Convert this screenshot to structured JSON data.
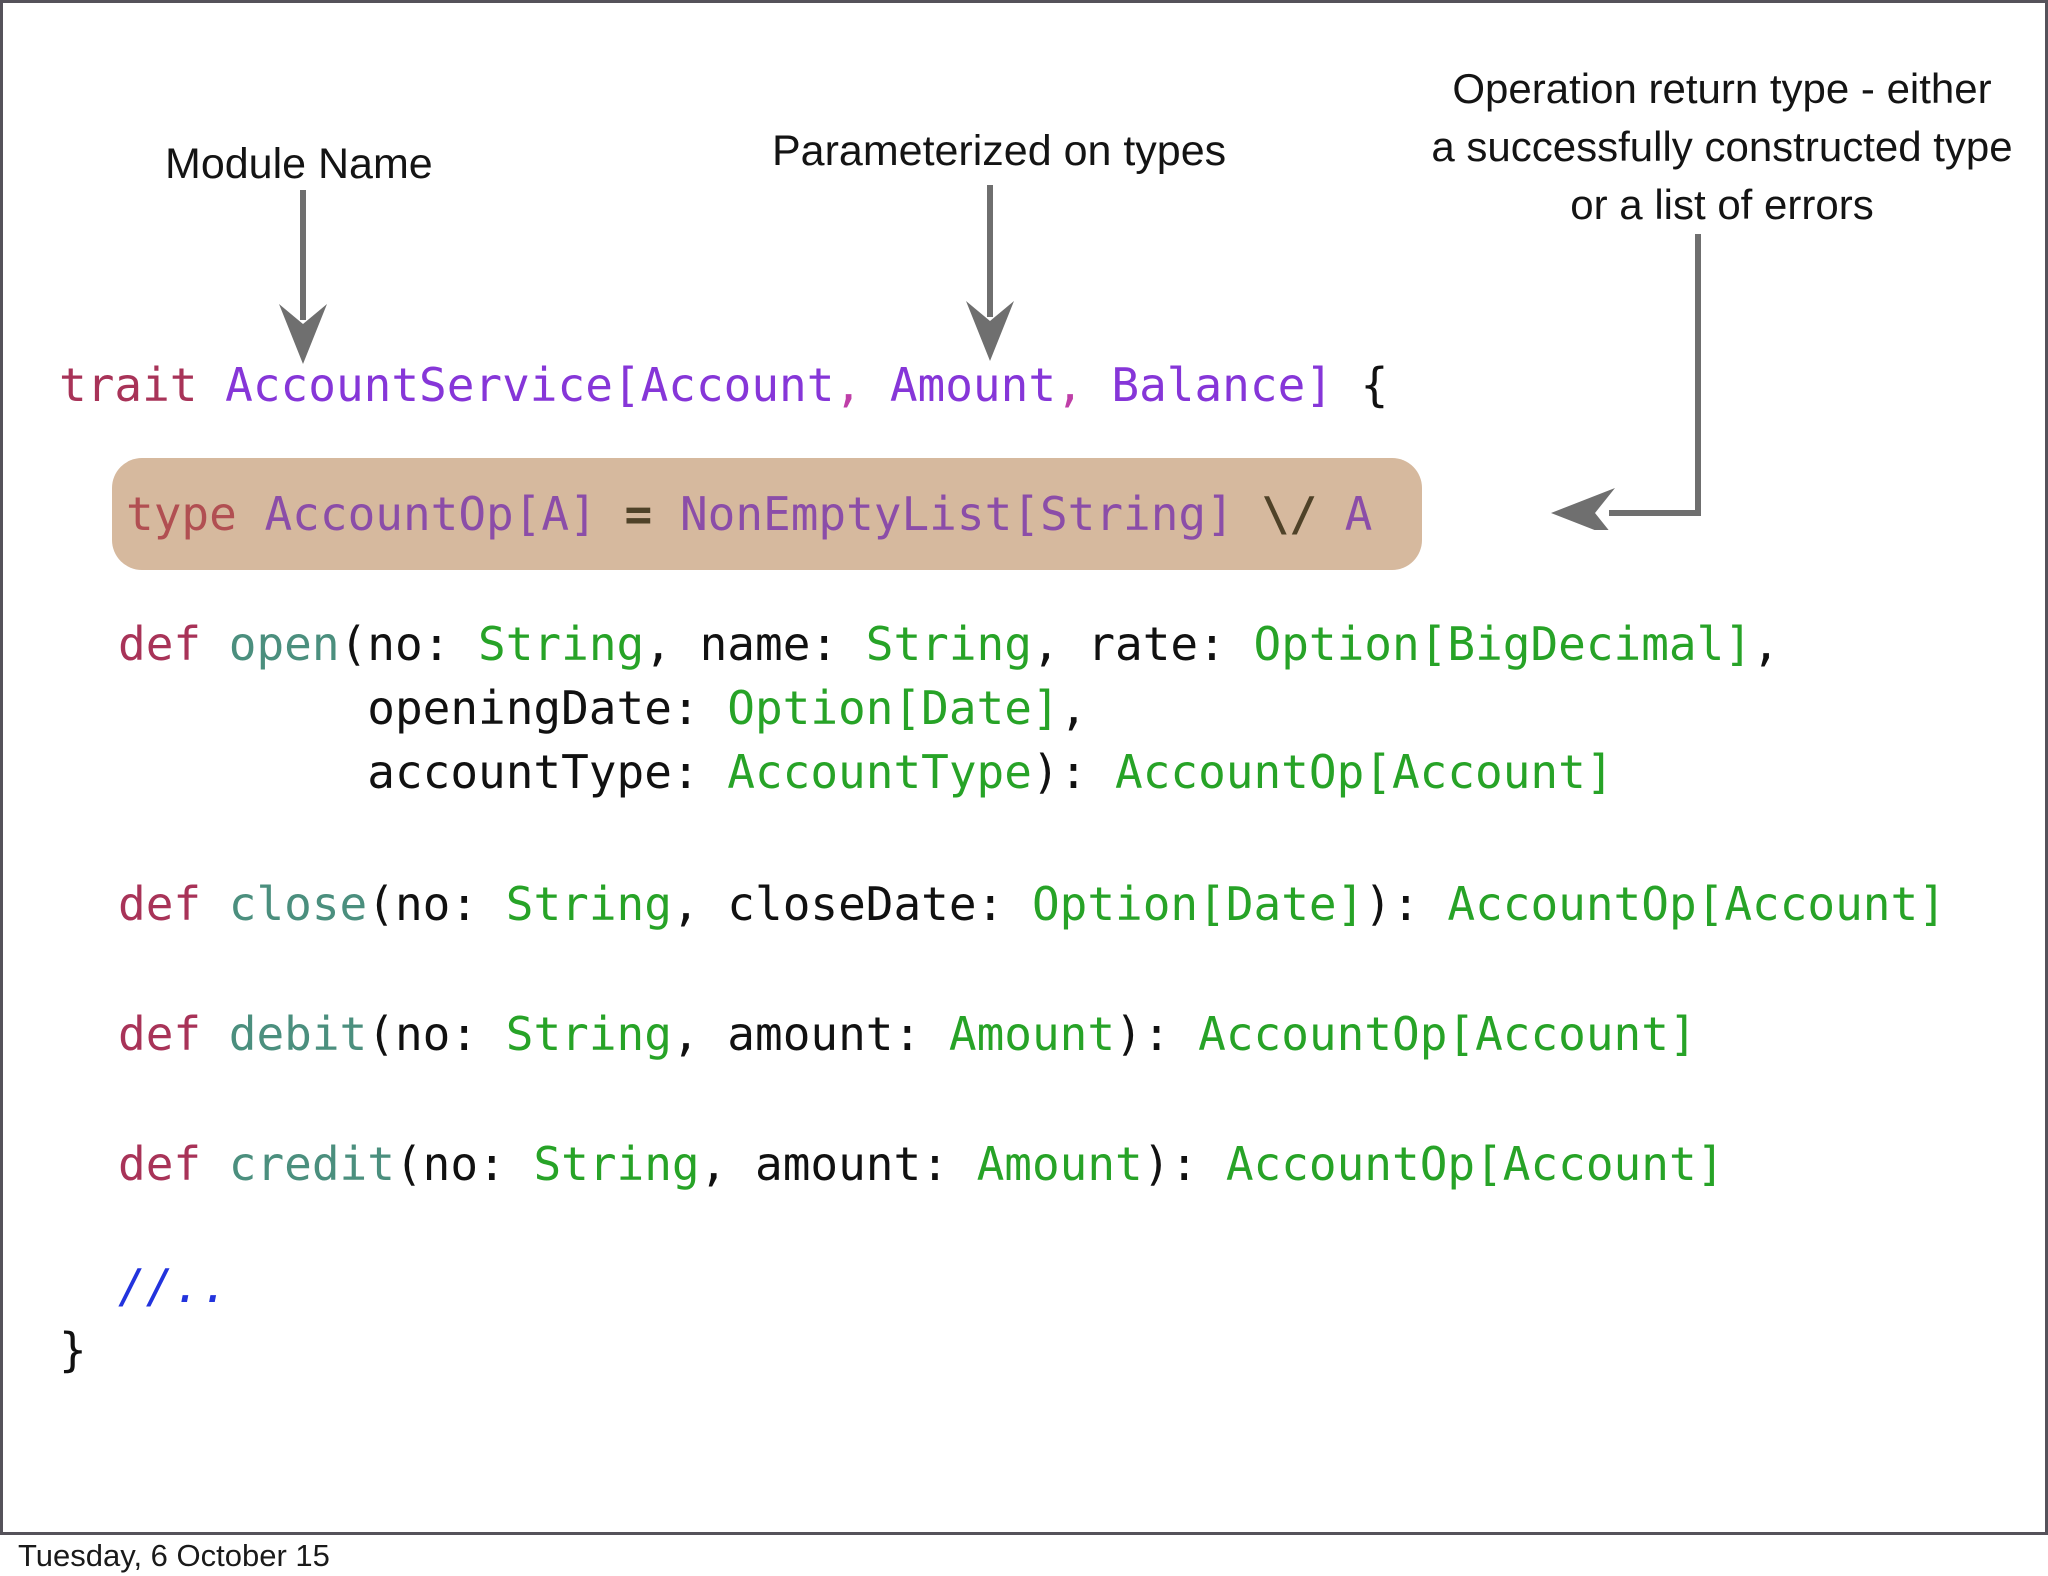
{
  "annotations": {
    "module_name": "Module Name",
    "parameterized": "Parameterized on types",
    "return_type_lines": [
      "Operation return type - either",
      "a successfully constructed type",
      "or a list of errors"
    ]
  },
  "code": {
    "trait_line": [
      {
        "t": "trait ",
        "s": "kw"
      },
      {
        "t": "AccountService[Account",
        "s": "pu"
      },
      {
        "t": ", ",
        "s": "mg"
      },
      {
        "t": "Amount",
        "s": "pu"
      },
      {
        "t": ", ",
        "s": "mg"
      },
      {
        "t": "Balance]",
        "s": "pu"
      },
      {
        "t": " {",
        "s": "pl"
      }
    ],
    "type_alias_line": [
      {
        "t": "type ",
        "s": "bkw"
      },
      {
        "t": "AccountOp[A]",
        "s": "bpu"
      },
      {
        "t": " ",
        "s": "pl"
      },
      {
        "t": "=",
        "s": "bop"
      },
      {
        "t": " ",
        "s": "pl"
      },
      {
        "t": "NonEmptyList[String]",
        "s": "bpu"
      },
      {
        "t": " ",
        "s": "pl"
      },
      {
        "t": "\\/",
        "s": "bop"
      },
      {
        "t": " ",
        "s": "pl"
      },
      {
        "t": "A",
        "s": "bpu"
      }
    ],
    "open_line_1": [
      {
        "t": "def ",
        "s": "kw"
      },
      {
        "t": "open",
        "s": "fn"
      },
      {
        "t": "(no: ",
        "s": "pl"
      },
      {
        "t": "String",
        "s": "ty"
      },
      {
        "t": ", name: ",
        "s": "pl"
      },
      {
        "t": "String",
        "s": "ty"
      },
      {
        "t": ", rate: ",
        "s": "pl"
      },
      {
        "t": "Option[BigDecimal]",
        "s": "ty"
      },
      {
        "t": ",",
        "s": "pl"
      }
    ],
    "open_line_2": [
      {
        "t": "         openingDate: ",
        "s": "pl"
      },
      {
        "t": "Option[Date]",
        "s": "ty"
      },
      {
        "t": ",",
        "s": "pl"
      }
    ],
    "open_line_3": [
      {
        "t": "         accountType: ",
        "s": "pl"
      },
      {
        "t": "AccountType",
        "s": "ty"
      },
      {
        "t": "): ",
        "s": "pl"
      },
      {
        "t": "AccountOp[Account]",
        "s": "ty"
      }
    ],
    "close_line": [
      {
        "t": "def ",
        "s": "kw"
      },
      {
        "t": "close",
        "s": "fn"
      },
      {
        "t": "(no: ",
        "s": "pl"
      },
      {
        "t": "String",
        "s": "ty"
      },
      {
        "t": ", closeDate: ",
        "s": "pl"
      },
      {
        "t": "Option[Date]",
        "s": "ty"
      },
      {
        "t": "): ",
        "s": "pl"
      },
      {
        "t": "AccountOp[Account]",
        "s": "ty"
      }
    ],
    "debit_line": [
      {
        "t": "def ",
        "s": "kw"
      },
      {
        "t": "debit",
        "s": "fn"
      },
      {
        "t": "(no: ",
        "s": "pl"
      },
      {
        "t": "String",
        "s": "ty"
      },
      {
        "t": ", amount: ",
        "s": "pl"
      },
      {
        "t": "Amount",
        "s": "ty"
      },
      {
        "t": "): ",
        "s": "pl"
      },
      {
        "t": "AccountOp[Account]",
        "s": "ty"
      }
    ],
    "credit_line": [
      {
        "t": "def ",
        "s": "kw"
      },
      {
        "t": "credit",
        "s": "fn"
      },
      {
        "t": "(no: ",
        "s": "pl"
      },
      {
        "t": "String",
        "s": "ty"
      },
      {
        "t": ", amount: ",
        "s": "pl"
      },
      {
        "t": "Amount",
        "s": "ty"
      },
      {
        "t": "): ",
        "s": "pl"
      },
      {
        "t": "AccountOp[Account]",
        "s": "ty"
      }
    ],
    "comment_line": [
      {
        "t": "//..",
        "s": "cm"
      }
    ],
    "closing_brace_line": [
      {
        "t": "}",
        "s": "pl"
      }
    ]
  },
  "footer": {
    "date_text": "Tuesday, 6 October 15"
  },
  "colors": {
    "kw": "#a83358",
    "fn": "#4b8f7e",
    "ty": "#27a327",
    "pu": "#8636d8",
    "mg": "#bf3fa8",
    "pl": "#111111",
    "cm": "#2233dd",
    "box_bg": "#d6b99e",
    "box_kw": "#b14f52",
    "box_pu": "#8b4da8",
    "box_op": "#4f4228",
    "arrow": "#6f6f6f",
    "frame": "#55525a"
  }
}
